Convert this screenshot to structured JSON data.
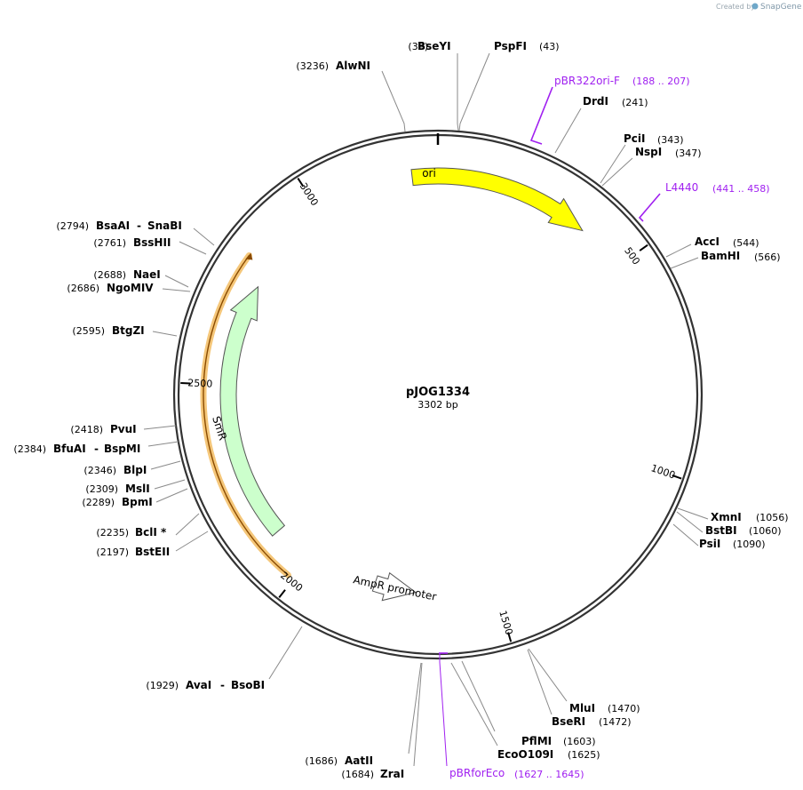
{
  "plasmid": {
    "name": "pJOG1334",
    "length_label": "3302 bp",
    "length": 3302
  },
  "watermark": {
    "prefix": "Created by",
    "brand": "SnapGene"
  },
  "ticks": [
    {
      "pos": 500,
      "label": "500"
    },
    {
      "pos": 1000,
      "label": "1000"
    },
    {
      "pos": 1500,
      "label": "1500"
    },
    {
      "pos": 2000,
      "label": "2000"
    },
    {
      "pos": 2500,
      "label": "2500"
    },
    {
      "pos": 3000,
      "label": "3000"
    }
  ],
  "features": [
    {
      "name": "ori",
      "start": 3240,
      "end": 380,
      "direction": "forward",
      "color": "#ffff00"
    },
    {
      "name": "SmR",
      "start": 2105,
      "end": 2760,
      "direction": "forward",
      "color": "#ccffcc"
    },
    {
      "name": "AmpR promoter",
      "start": 1820,
      "end": 1710,
      "direction": "reverse",
      "color": "#ffffff"
    }
  ],
  "highlight_arc": {
    "start": 2015,
    "end": 2810,
    "color": "#f5c77a"
  },
  "primers": [
    {
      "name": "pBR322ori-F",
      "range": "(188 .. 207)"
    },
    {
      "name": "L4440",
      "range": "(441 .. 458)"
    },
    {
      "name": "pBRforEco",
      "range": "(1627 .. 1645)"
    }
  ],
  "enzymes": [
    {
      "name": "BseYI",
      "pos": "(39)"
    },
    {
      "name": "PspFI",
      "pos": "(43)"
    },
    {
      "name": "AlwNI",
      "pos": "(3236)"
    },
    {
      "name": "DrdI",
      "pos": "(241)"
    },
    {
      "name": "PciI",
      "pos": "(343)"
    },
    {
      "name": "NspI",
      "pos": "(347)"
    },
    {
      "name": "AccI",
      "pos": "(544)"
    },
    {
      "name": "BamHI",
      "pos": "(566)"
    },
    {
      "name": "XmnI",
      "pos": "(1056)"
    },
    {
      "name": "BstBI",
      "pos": "(1060)"
    },
    {
      "name": "PsiI",
      "pos": "(1090)"
    },
    {
      "name": "MluI",
      "pos": "(1470)"
    },
    {
      "name": "BseRI",
      "pos": "(1472)"
    },
    {
      "name": "PflMI",
      "pos": "(1603)"
    },
    {
      "name": "EcoO109I",
      "pos": "(1625)"
    },
    {
      "name": "AatII",
      "pos": "(1686)"
    },
    {
      "name": "ZraI",
      "pos": "(1684)"
    },
    {
      "name": "AvaI",
      "pos": "(1929)"
    },
    {
      "name": "BsoBI",
      "pos": ""
    },
    {
      "name": "BstEII",
      "pos": "(2197)"
    },
    {
      "name": "BclI *",
      "pos": "(2235)"
    },
    {
      "name": "BpmI",
      "pos": "(2289)"
    },
    {
      "name": "MslI",
      "pos": "(2309)"
    },
    {
      "name": "BlpI",
      "pos": "(2346)"
    },
    {
      "name": "BfuAI",
      "pos": "(2384)"
    },
    {
      "name": "BspMI",
      "pos": ""
    },
    {
      "name": "PvuI",
      "pos": "(2418)"
    },
    {
      "name": "BtgZI",
      "pos": "(2595)"
    },
    {
      "name": "NgoMIV",
      "pos": "(2686)"
    },
    {
      "name": "NaeI",
      "pos": "(2688)"
    },
    {
      "name": "BssHII",
      "pos": "(2761)"
    },
    {
      "name": "BsaAI",
      "pos": "(2794)"
    },
    {
      "name": "SnaBI",
      "pos": ""
    }
  ]
}
